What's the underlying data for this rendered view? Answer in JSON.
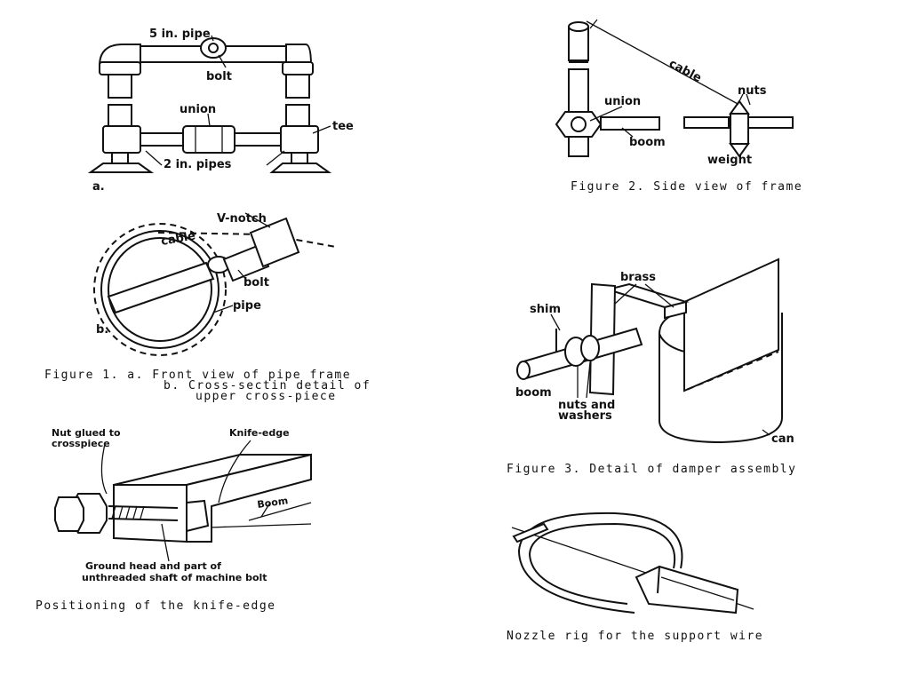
{
  "fig1a": {
    "label_5in_pipe": "5 in. pipe",
    "label_bolt": "bolt",
    "label_union": "union",
    "label_tee": "tee",
    "label_2in_pipes": "2 in. pipes",
    "label_a": "a."
  },
  "fig2": {
    "label_cable": "cable",
    "label_nuts": "nuts",
    "label_union": "union",
    "label_boom": "boom",
    "label_weight": "weight",
    "caption": "Figure 2.  Side view of frame"
  },
  "fig1b": {
    "label_vnotch": "V-notch",
    "label_cable": "cable",
    "label_bolt": "bolt",
    "label_pipe": "pipe",
    "label_b": "b.",
    "caption_line1": "Figure 1.   a. Front view of pipe frame",
    "caption_line2": "b. Cross-sectin detail of",
    "caption_line3": "upper cross-piece"
  },
  "fig3": {
    "label_brass": "brass",
    "label_shim": "shim",
    "label_boom": "boom",
    "label_nuts_and": "nuts and",
    "label_washers": "washers",
    "label_can": "can",
    "caption": "Figure 3. Detail of damper assembly"
  },
  "knife": {
    "label_nut_glued_1": "Nut glued to",
    "label_nut_glued_2": "crosspiece",
    "label_knife_edge": "Knife-edge",
    "label_boom": "Boom",
    "label_ground_1": "Ground head and part of",
    "label_ground_2": "unthreaded shaft of machine bolt",
    "caption": "Positioning of the knife-edge"
  },
  "nozzle": {
    "caption": "Nozzle rig for the support wire"
  }
}
